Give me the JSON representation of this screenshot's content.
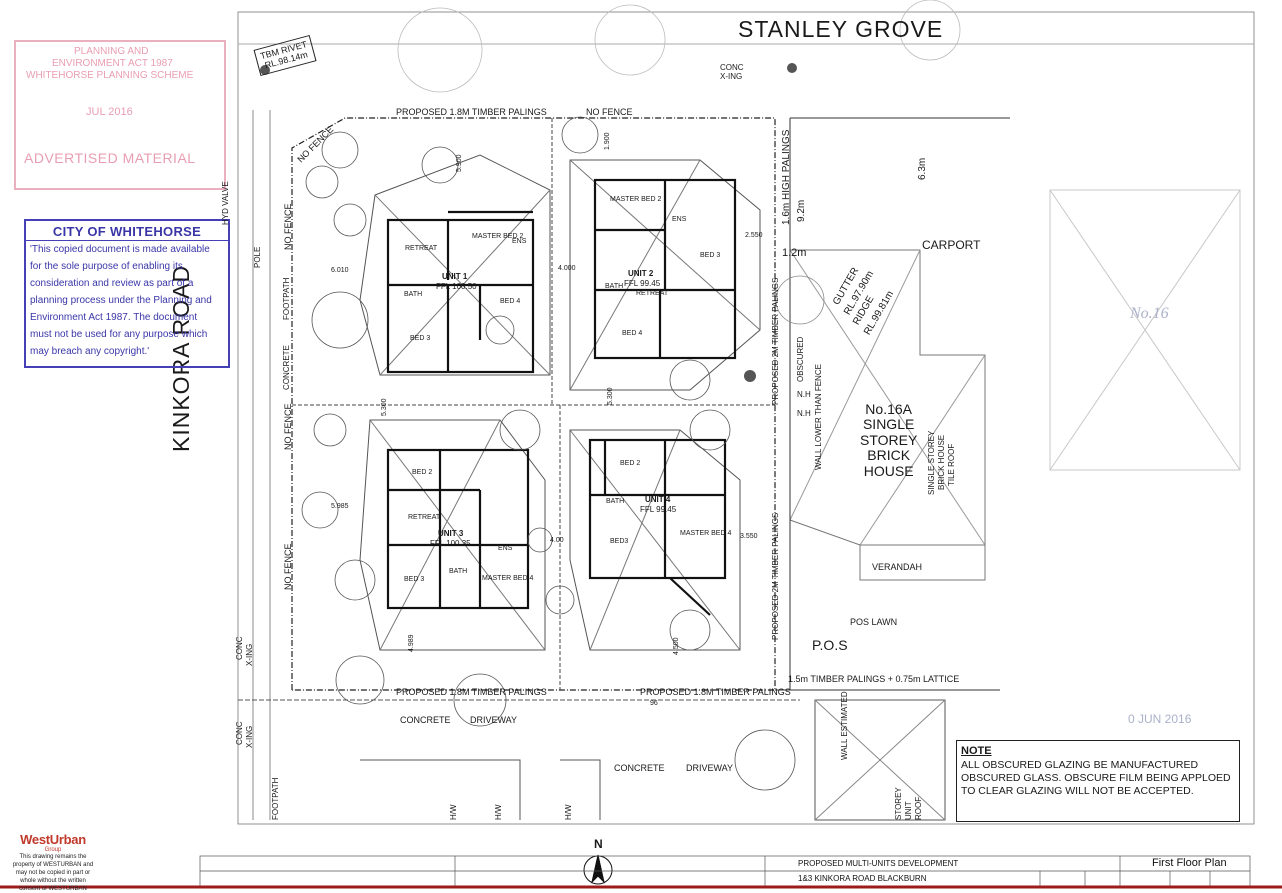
{
  "streets": {
    "north": "STANLEY GROVE",
    "west": "KINKORA ROAD"
  },
  "benchmark": {
    "line1": "TBM RIVET",
    "line2": "RL.98.14m"
  },
  "planning_stamp": {
    "line1": "PLANNING AND",
    "line2": "ENVIRONMENT ACT 1987",
    "line3": "WHITEHORSE PLANNING SCHEME",
    "line4": "JUL 2016",
    "line5": "ADVERTISED MATERIAL"
  },
  "council_notice": {
    "title": "CITY OF WHITEHORSE",
    "lines": [
      "'This copied document is made available",
      "for the sole purpose of enabling its",
      "consideration and review as part of a",
      "planning process under the Planning and",
      "Environment Act 1987. The document",
      "must not be used for any purpose which",
      "may breach any copyright.'"
    ]
  },
  "units": [
    {
      "name": "UNIT 1",
      "ffl": "FFL 100.50",
      "rooms": [
        "RETREAT",
        "MASTER BED 2",
        "ENS",
        "BATH",
        "BED 4",
        "BED 3"
      ]
    },
    {
      "name": "UNIT 2",
      "ffl": "FFL 99.45",
      "rooms": [
        "MASTER BED 2",
        "ENS",
        "BED 3",
        "BATH",
        "RETREAT",
        "BED 4"
      ]
    },
    {
      "name": "UNIT 3",
      "ffl": "FFL 100.35",
      "rooms": [
        "BED 2",
        "RETREAT",
        "ENS",
        "BED 3",
        "BATH",
        "MASTER BED 4"
      ]
    },
    {
      "name": "UNIT 4",
      "ffl": "FFL 99.45",
      "rooms": [
        "BED 2",
        "BATH",
        "MASTER BED 4",
        "BED3"
      ]
    }
  ],
  "labels": {
    "fence_top": "PROPOSED 1.8M TIMBER PALINGS",
    "no_fence": "NO FENCE",
    "conc_xing": "CONC",
    "xing": "X-ING",
    "high_palings": "1.6m HIGH PALINGS",
    "dim_92": "9.2m",
    "dim_63": "6.3m",
    "dim_12": "1.2m",
    "carport": "CARPORT",
    "gutter": "GUTTER",
    "gutter_rl": "RL.97.90m",
    "ridge": "RIDGE",
    "ridge_rl": "RL.99.81m",
    "no16": "No.16",
    "house_16a": [
      "No.16A",
      "SINGLE",
      "STOREY",
      "BRICK",
      "HOUSE"
    ],
    "house_16a_side": [
      "SINGLE STOREY",
      "BRICK HOUSE",
      "TILE ROOF"
    ],
    "verandah": "VERANDAH",
    "pos_lawn": "POS LAWN",
    "pos": "P.O.S",
    "lattice": "1.5m  TIMBER  PALINGS  +  0.75m  LATTICE",
    "fence_bottom": "PROPOSED 1.8M TIMBER PALINGS",
    "concrete": "CONCRETE",
    "driveway": "DRIVEWAY",
    "wall_estimated": "WALL ESTIMATED",
    "proposed_2m": "PROPOSED 2M TIMBER PALINGS",
    "obscured": "OBSCURED",
    "wall_lower": "WALL LOWER THAN FENCE",
    "nh": "N.H",
    "hw": "H/W",
    "footpath": "FOOTPATH",
    "hyd_valve": "HYD VALVE",
    "pole": "POLE",
    "received_stamp": "0 JUN 2016",
    "north": "N",
    "storey_unit_roof": [
      "STOREY",
      "UNIT",
      "ROOF"
    ],
    "dims": [
      "6.010",
      "4.000",
      "5.985",
      "4.00",
      "3.550",
      "2.550",
      "4.989",
      "4.500",
      "5.300",
      "5.900",
      "1.900",
      "96"
    ]
  },
  "note": {
    "title": "NOTE",
    "lines": [
      "ALL OBSCURED GLAZING BE MANUFACTURED",
      "OBSCURED GLASS. OBSCURE FILM BEING APPLOED",
      "TO CLEAR GLAZING WILL NOT BE ACCEPTED."
    ]
  },
  "title_block": {
    "brand": "WestUrban",
    "brand_sub": "Group",
    "disclaimer": [
      "This drawing remains the",
      "property of WESTURBAN and",
      "may not be copied in part or",
      "whole without the written",
      "consent of WESTURBAN"
    ],
    "project": "PROPOSED MULTI-UNITS DEVELOPMENT",
    "address": "1&3 KINKORA ROAD BLACKBURN",
    "sheet_title": "First Floor Plan"
  },
  "colors": {
    "line": "#2a2a2a",
    "faint": "#9a9a9a",
    "stamp_pink": "#e58da5",
    "stamp_blue": "#3a36a8",
    "brand_red": "#c0392b"
  }
}
